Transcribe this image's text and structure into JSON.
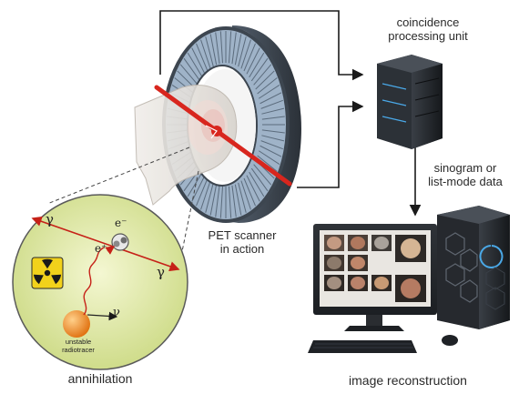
{
  "labels": {
    "coincidence": "coincidence\nprocessing unit",
    "sinogram": "sinogram or\nlist-mode data",
    "pet": "PET scanner\nin action",
    "annihilation": "annihilation",
    "image_recon": "image reconstruction",
    "unstable": "unstable\nradiotracer"
  },
  "symbols": {
    "gamma_top": "γ",
    "gamma_bottom": "γ",
    "electron": "e⁻",
    "positron": "e⁺",
    "neutrino": "ν"
  },
  "colors": {
    "ring_dark": "#3d4650",
    "ring_detector": "#9fb3c8",
    "ring_rim": "#2b3138",
    "beam": "#d8261e",
    "inset_fill": "#e9efb6",
    "radiation_yellow": "#f2d21b",
    "tracer_orange": "#f08a1d",
    "server": "#1f2226",
    "server_accent": "#4aa9e8"
  },
  "icons": [
    "radiation-icon",
    "server-icon",
    "monitor-icon",
    "keyboard-icon",
    "mouse-icon",
    "pc-tower-icon"
  ]
}
